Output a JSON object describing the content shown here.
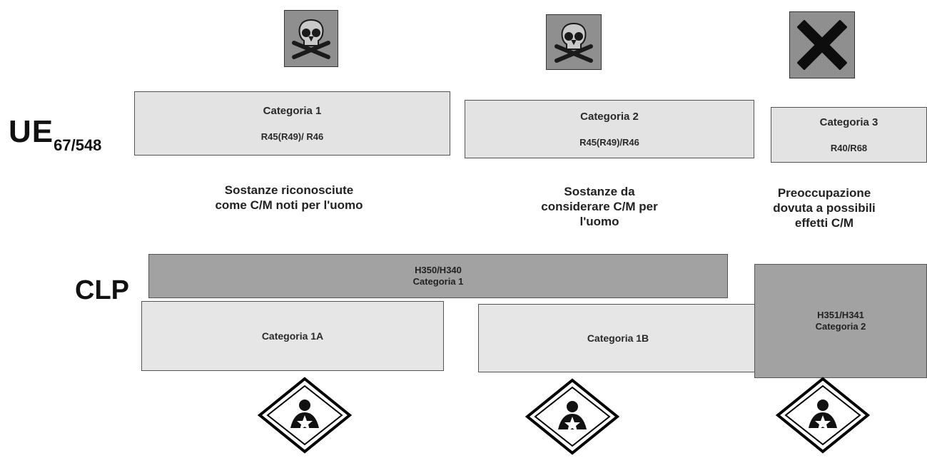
{
  "ue": {
    "label_main": "UE",
    "label_sub": "67/548",
    "categories": [
      {
        "title": "Categoria 1",
        "codes": "R45(R49)/ R46",
        "description": "Sostanze riconosciute\ncome C/M noti per l'uomo",
        "symbol": "skull-crossbones-icon"
      },
      {
        "title": "Categoria 2",
        "codes": "R45(R49)/R46",
        "description": "Sostanze da\nconsiderare C/M per\nl'uomo",
        "symbol": "skull-crossbones-icon"
      },
      {
        "title": "Categoria 3",
        "codes": "R40/R68",
        "description": "Preoccupazione\ndovuta a possibili\neffetti C/M",
        "symbol": "x-cross-icon"
      }
    ]
  },
  "clp": {
    "label": "CLP",
    "cat1_codes": "H350/H340",
    "cat1_title": "Categoria 1",
    "cat1a": "Categoria 1A",
    "cat1b": "Categoria 1B",
    "cat2_codes": "H351/H341",
    "cat2_title": "Categoria 2",
    "pictogram": "health-hazard-icon"
  },
  "colors": {
    "symbol_bg": "#8f8f8f",
    "category_box": "#e3e3e3",
    "clp_dark": "#a2a2a2",
    "clp_light": "#e6e6e6",
    "ghs_border": "#000000"
  }
}
